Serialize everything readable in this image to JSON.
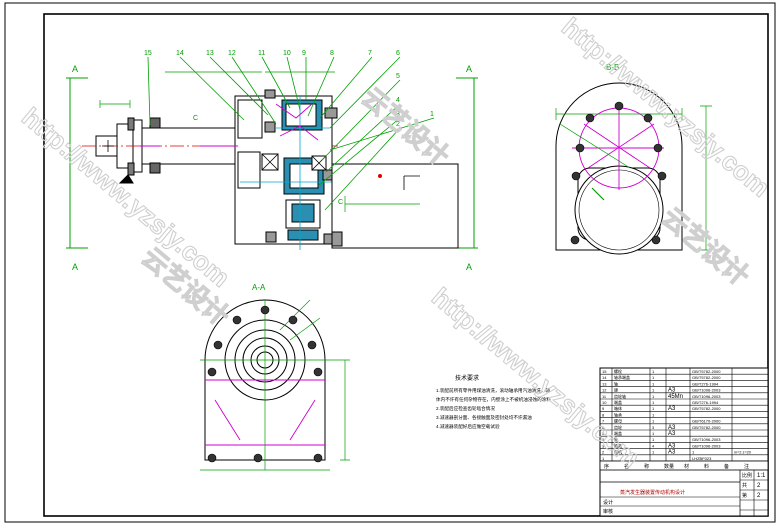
{
  "drawing": {
    "views": {
      "section_a": "A",
      "section_bb": "B-B",
      "section_aa": "A-A"
    },
    "balloons": [
      "15",
      "14",
      "13",
      "12",
      "11",
      "10",
      "9",
      "8",
      "7",
      "6",
      "5",
      "4",
      "3",
      "2",
      "1"
    ],
    "dims": {
      "d1": "C",
      "d2": "C"
    },
    "notes_title": "技术要求",
    "notes": [
      "1.装配前所有零件用煤油清洗，滚动轴承用汽油清洗，箱",
      "体内不许有任何杂物存在，内壁涂上不被机油浸蚀的涂料",
      "2.装配后应检查齿轮啮合情况",
      "3.减速器剖分面、各接触面及密封处均不许漏油",
      "4.减速器装配好后应做空载试验"
    ]
  },
  "title_block": {
    "rows": [
      {
        "no": "15",
        "name": "螺栓",
        "qty": "1",
        "mat": "",
        "std": "GB/T5782-2000"
      },
      {
        "no": "14",
        "name": "轴承端盖",
        "qty": "1",
        "mat": "",
        "std": "GB/T5782-2000"
      },
      {
        "no": "13",
        "name": "轴",
        "qty": "1",
        "mat": "",
        "std": "GB/T276-1994"
      },
      {
        "no": "12",
        "name": "键",
        "qty": "1",
        "mat": "A3",
        "std": "GB/T1096-2003"
      },
      {
        "no": "11",
        "name": "齿轮轴",
        "qty": "1",
        "mat": "45Mn",
        "std": "GB/T1096-2003"
      },
      {
        "no": "10",
        "name": "端盖",
        "qty": "1",
        "mat": "",
        "std": "GB/T276-1994"
      },
      {
        "no": "9",
        "name": "箱体",
        "qty": "1",
        "mat": "A3",
        "std": "GB/T5782-2000"
      },
      {
        "no": "8",
        "name": "轴承",
        "qty": "1",
        "mat": "",
        "std": ""
      },
      {
        "no": "7",
        "name": "螺母",
        "qty": "1",
        "mat": "",
        "std": "GB/T6170-2000"
      },
      {
        "no": "6",
        "name": "齿轮",
        "qty": "3",
        "mat": "A3",
        "std": "GB/T5782-2000"
      },
      {
        "no": "5",
        "name": "端盖",
        "qty": "1",
        "mat": "A3",
        "std": ""
      },
      {
        "no": "4",
        "name": "轴",
        "qty": "1",
        "mat": "",
        "std": "GB/T1096-2003"
      },
      {
        "no": "3",
        "name": "箱盖",
        "qty": "4",
        "mat": "A3",
        "std": "GB/T1096-2003"
      },
      {
        "no": "2",
        "name": "电机",
        "qty": "1",
        "mat": "A3",
        "std": "1",
        "extra": "m=2 z=20"
      },
      {
        "no": "1",
        "name": "",
        "qty": "",
        "mat": "",
        "std": "LHZBF023"
      }
    ],
    "header": [
      "序",
      "名",
      "称",
      "数量",
      "材",
      "料",
      "备",
      "注"
    ],
    "right_col": [
      [
        "比例",
        "1:1"
      ],
      [
        "共",
        "2"
      ],
      [
        "第",
        "2"
      ],
      [
        "",
        ""
      ]
    ],
    "drawing_name": "蒸汽发生器装置传动机构设计",
    "sign_rows": [
      "设计",
      "审核"
    ]
  },
  "watermark": {
    "texts": [
      "http://www.yzsjy.com",
      "云艺设计",
      "http://www.yzsjy.com",
      "云艺设计",
      "http://www.yzsjy.com",
      "云艺设计"
    ]
  }
}
